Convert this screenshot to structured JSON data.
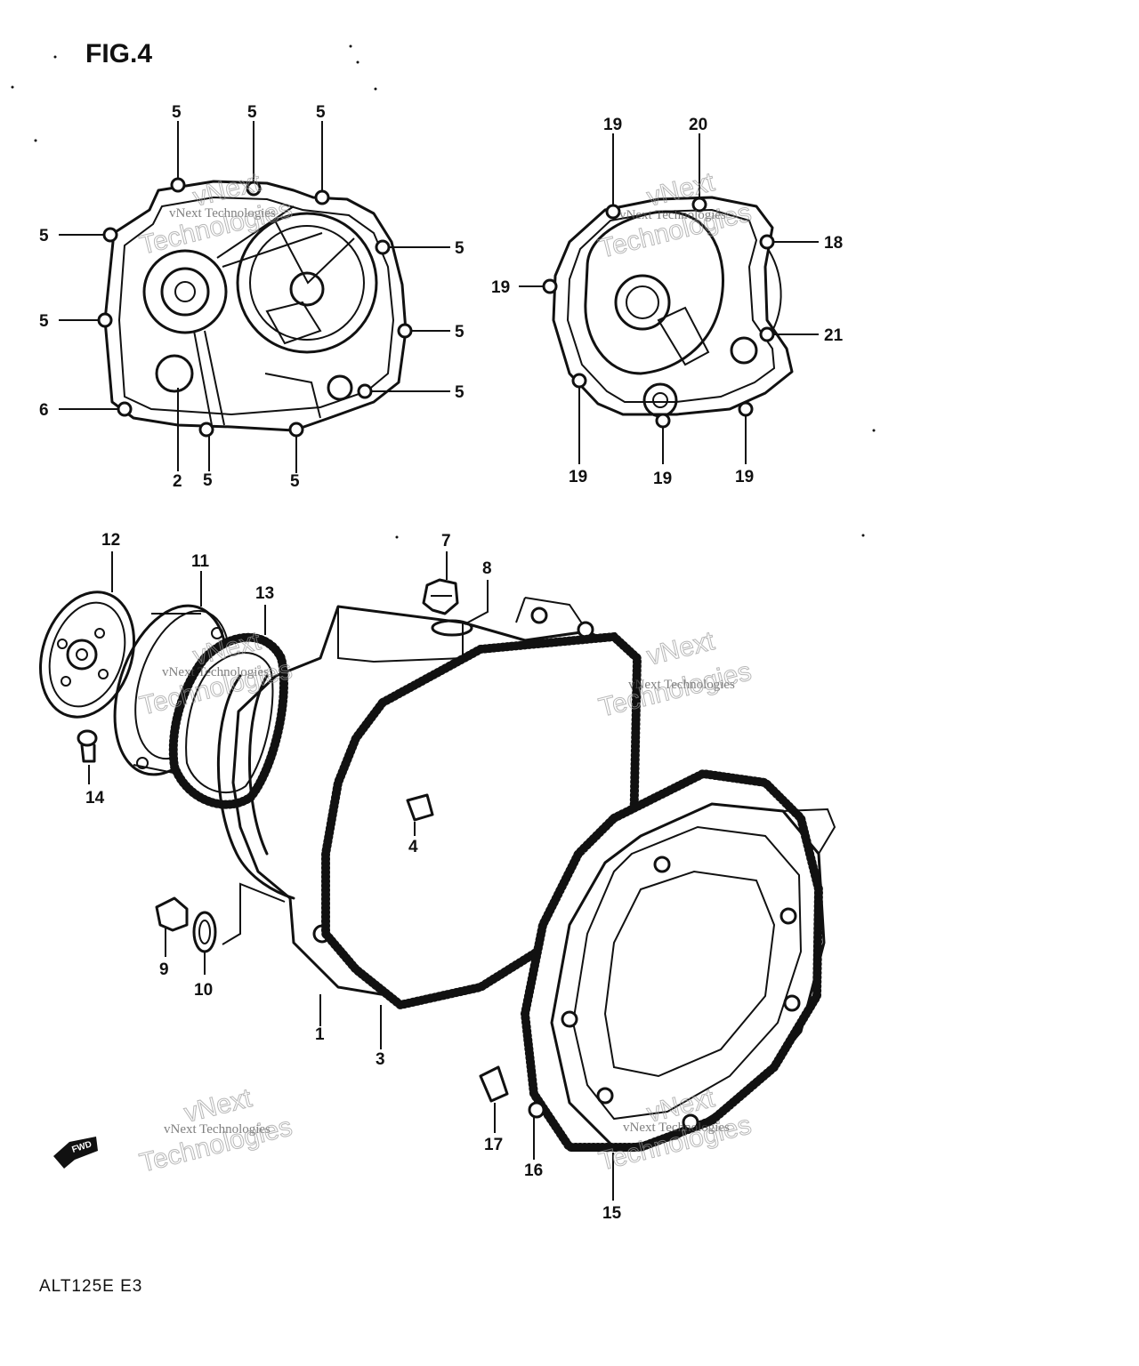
{
  "title": "FIG.4",
  "model_code": "ALT125E  E3",
  "direction_label": "FWD",
  "watermark": {
    "small": "vNext Technologies",
    "large_top": "vNext",
    "large_bottom": "Technologies"
  },
  "callouts": {
    "c5a": "5",
    "c5b": "5",
    "c5c": "5",
    "c5d": "5",
    "c5e": "5",
    "c5f": "5",
    "c5g": "5",
    "c5h": "5",
    "c5i": "5",
    "c5j": "5",
    "c6": "6",
    "c2": "2",
    "c19a": "19",
    "c19b": "19",
    "c19c": "19",
    "c19d": "19",
    "c19e": "19",
    "c20": "20",
    "c18": "18",
    "c21": "21",
    "c12": "12",
    "c11": "11",
    "c13": "13",
    "c14": "14",
    "c7": "7",
    "c8": "8",
    "c4": "4",
    "c9": "9",
    "c10": "10",
    "c1": "1",
    "c3": "3",
    "c15": "15",
    "c16": "16",
    "c17": "17"
  }
}
